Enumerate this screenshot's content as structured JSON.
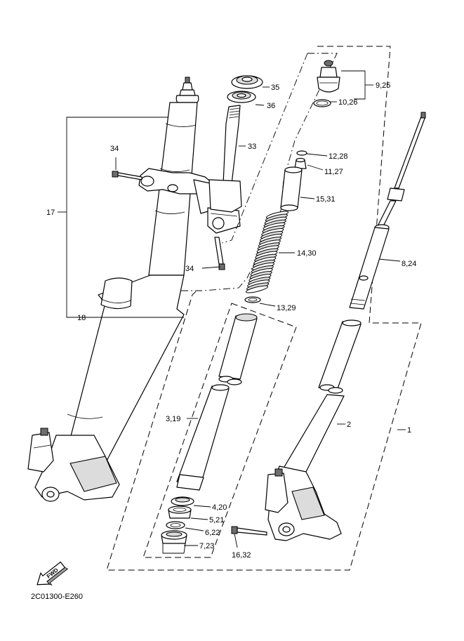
{
  "diagram_code": "2C01300-E260",
  "fwd_label": "FWD",
  "callouts": [
    {
      "id": "35",
      "text": "35"
    },
    {
      "id": "36",
      "text": "36"
    },
    {
      "id": "33",
      "text": "33"
    },
    {
      "id": "34a",
      "text": "34"
    },
    {
      "id": "34b",
      "text": "34"
    },
    {
      "id": "17",
      "text": "17"
    },
    {
      "id": "18",
      "text": "18"
    },
    {
      "id": "9-25",
      "text": "9,25"
    },
    {
      "id": "10-26",
      "text": "10,26"
    },
    {
      "id": "12-28",
      "text": "12,28"
    },
    {
      "id": "11-27",
      "text": "11,27"
    },
    {
      "id": "15-31",
      "text": "15,31"
    },
    {
      "id": "14-30",
      "text": "14,30"
    },
    {
      "id": "8-24",
      "text": "8,24"
    },
    {
      "id": "13-29",
      "text": "13,29"
    },
    {
      "id": "3-19",
      "text": "3,19"
    },
    {
      "id": "2",
      "text": "2"
    },
    {
      "id": "1",
      "text": "1"
    },
    {
      "id": "4-20",
      "text": "4,20"
    },
    {
      "id": "5-21",
      "text": "5,21"
    },
    {
      "id": "6-22",
      "text": "6,22"
    },
    {
      "id": "7-23",
      "text": "7,23"
    },
    {
      "id": "16-32",
      "text": "16,32"
    }
  ]
}
